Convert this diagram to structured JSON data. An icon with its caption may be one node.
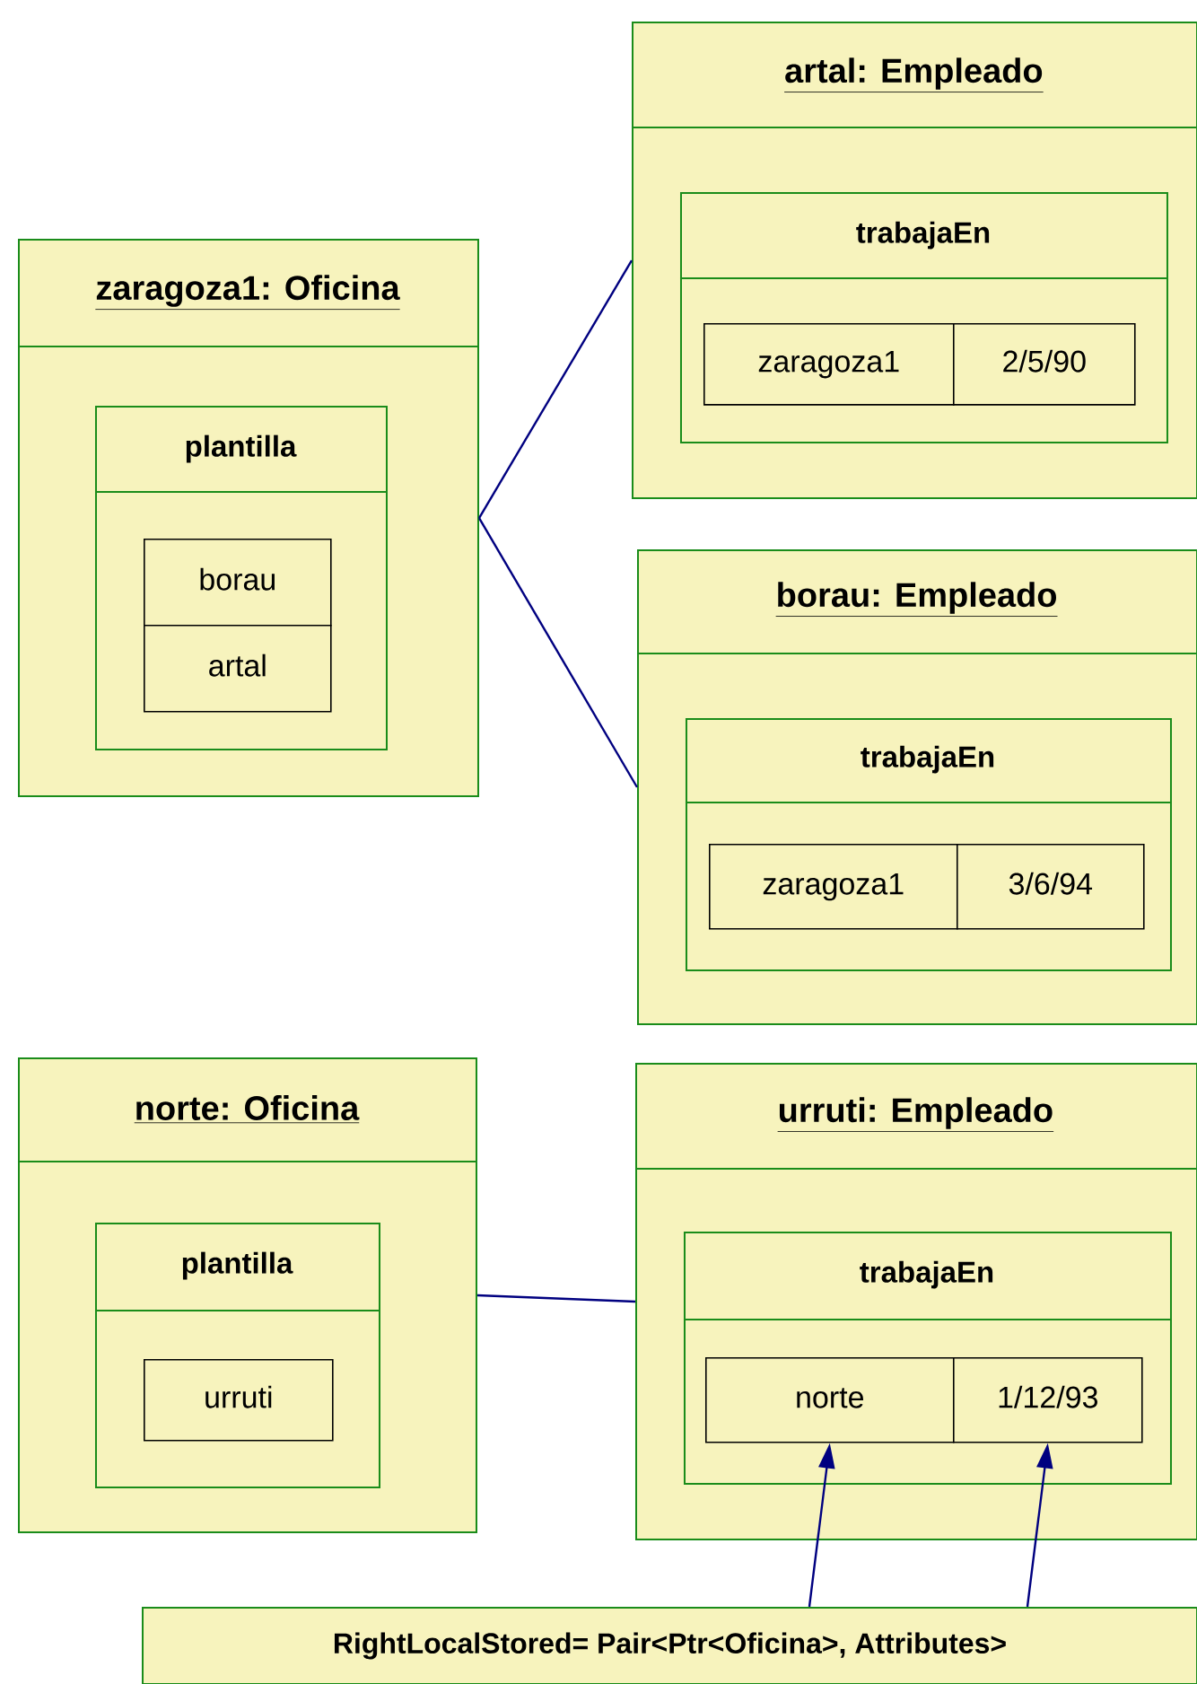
{
  "diagram": {
    "nodes": [
      {
        "text": [
          "zaragoza1: Oficina"
        ]
      },
      {
        "text": [
          "plantilla"
        ],
        "in": 0
      },
      {
        "text": [
          "borau"
        ],
        "in": 1
      },
      {
        "text": [
          "artal"
        ],
        "in": 1
      },
      {
        "text": [
          "artal: Empleado"
        ]
      },
      {
        "text": [
          "trabajaEn"
        ],
        "in": 4
      },
      {
        "text": [
          "zaragoza1"
        ],
        "in": 5
      },
      {
        "text": [
          "2/5/90"
        ],
        "in": 5
      },
      {
        "text": [
          "borau: Empleado"
        ]
      },
      {
        "text": [
          "trabajaEn"
        ],
        "in": 8
      },
      {
        "text": [
          "zaragoza1"
        ],
        "in": 9
      },
      {
        "text": [
          "3/6/94"
        ],
        "in": 9
      },
      {
        "text": [
          "norte: Oficina"
        ]
      },
      {
        "text": [
          "plantilla"
        ],
        "in": 12
      },
      {
        "text": [
          "urruti"
        ],
        "in": 13
      },
      {
        "text": [
          "urruti: Empleado"
        ]
      },
      {
        "text": [
          "trabajaEn"
        ],
        "in": 15
      },
      {
        "text": [
          "norte"
        ],
        "in": 16
      },
      {
        "text": [
          "1/12/93"
        ],
        "in": 16
      },
      {
        "text": [
          "RightLocalStored= Pair<Ptr<Oficina>, Attributes>"
        ]
      }
    ],
    "edges": [
      {
        "from": 0,
        "to": 4,
        "arrow": "none"
      },
      {
        "from": 0,
        "to": 8,
        "arrow": "none"
      },
      {
        "from": 12,
        "to": 15,
        "arrow": "none"
      },
      {
        "from": 19,
        "to": 17,
        "arrow": "to"
      },
      {
        "from": 19,
        "to": 18,
        "arrow": "to"
      }
    ]
  }
}
